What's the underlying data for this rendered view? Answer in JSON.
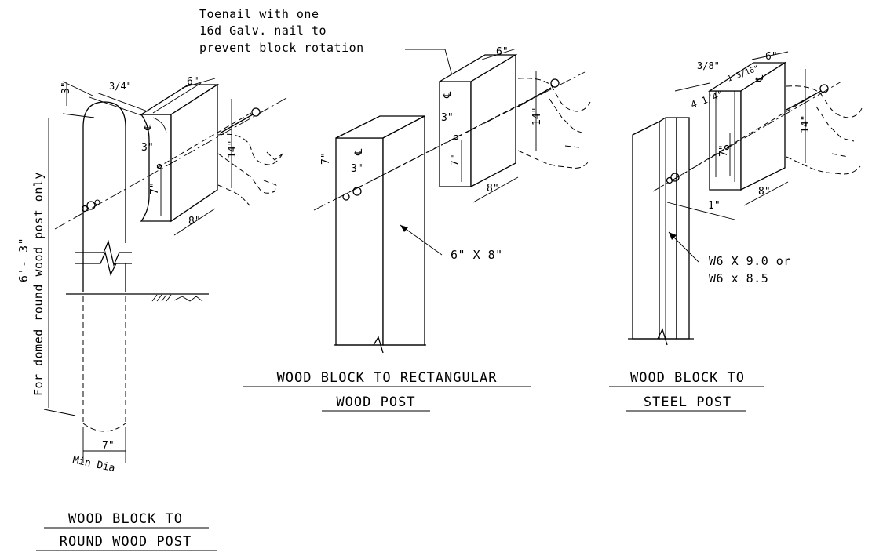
{
  "round_post": {
    "title_line1": "WOOD BLOCK TO",
    "title_line2": "ROUND WOOD POST",
    "dim_top": "3\"",
    "dim_thick": "3/4\"",
    "dim_width": "6\"",
    "dim_height": "14\"",
    "dim_bolt_up": "3\"",
    "dim_bolt_down": "7\"",
    "dim_depth": "8\"",
    "centerline": "℄",
    "overall_height": "6'- 3\"",
    "overall_note": "For domed round wood post only",
    "diameter": "7\"",
    "diameter_note": "Min Dia"
  },
  "rect_post": {
    "title_line1": "WOOD BLOCK TO RECTANGULAR",
    "title_line2": "WOOD POST",
    "note_line1": "Toenail with one",
    "note_line2": "16d Galv. nail to",
    "note_line3": "prevent block rotation",
    "dim_width": "6\"",
    "dim_height": "14\"",
    "dim_bolt_up": "3\"",
    "dim_bolt_down": "7\"",
    "dim_depth": "8\"",
    "post_dim_up": "7\"",
    "post_dim_bolt": "3\"",
    "centerline": "℄",
    "post_size": "6\" X 8\""
  },
  "steel_post": {
    "title_line1": "WOOD BLOCK TO",
    "title_line2": "STEEL POST",
    "dim_thick": "3/8\"",
    "dim_inset": "1 3/16\"",
    "dim_width": "6\"",
    "dim_side": "4 1/4\"",
    "dim_height": "14\"",
    "dim_bolt_down": "7\"",
    "dim_depth": "8\"",
    "dim_offset": "1\"",
    "centerline": "℄",
    "post_size_line1": "W6 X 9.0 or",
    "post_size_line2": "W6 x 8.5"
  }
}
